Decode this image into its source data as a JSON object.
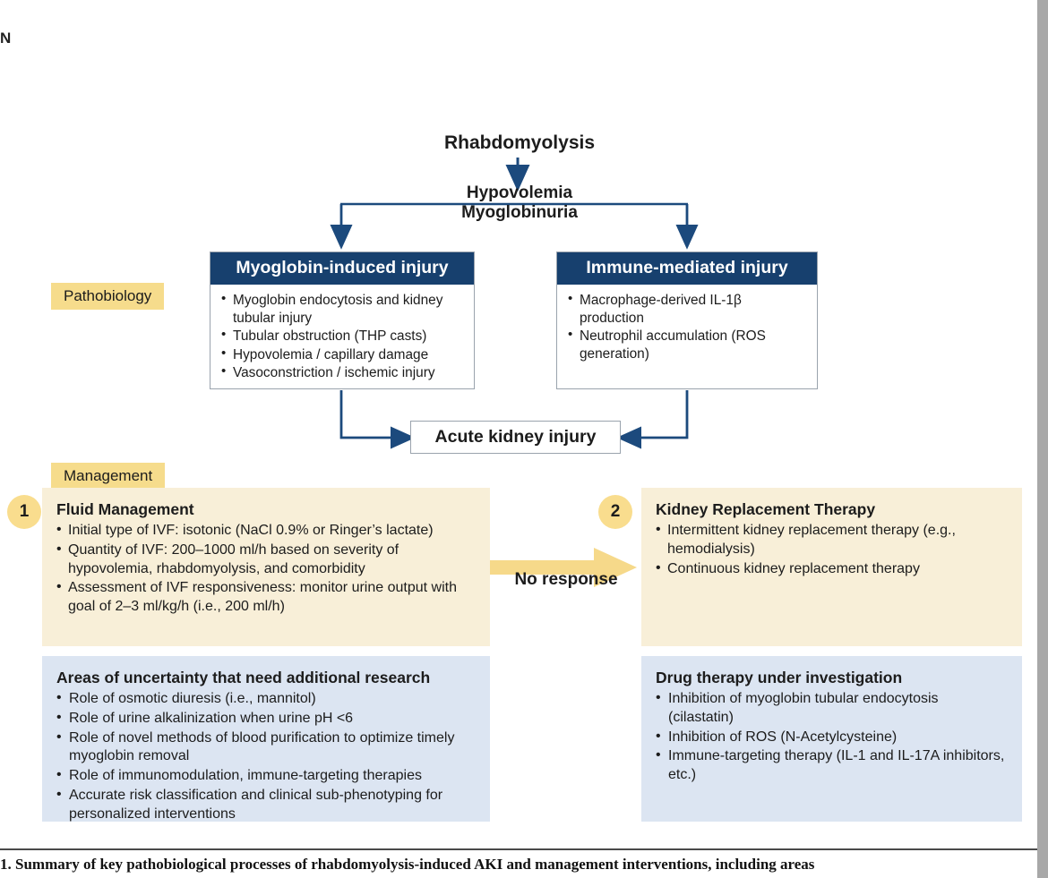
{
  "page": {
    "corner_mark": "N",
    "caption": "1. Summary of key pathobiological processes of rhabdomyolysis-induced AKI and management interventions, including areas"
  },
  "colors": {
    "header_blue": "#17406e",
    "arrow_blue": "#1c4a7d",
    "tag_yellow": "#f6dc8c",
    "cream": "#f8efd8",
    "light_blue": "#dce5f2",
    "circle_yellow": "#f9dd8e"
  },
  "flow": {
    "root": "Rhabdomyolysis",
    "intermediate_line1": "Hypovolemia",
    "intermediate_line2": "Myoglobinuria",
    "outcome": "Acute kidney injury",
    "branches": [
      {
        "title": "Myoglobin-induced injury",
        "items": [
          "Myoglobin endocytosis and kidney tubular injury",
          "Tubular obstruction (THP casts)",
          "Hypovolemia / capillary damage",
          "Vasoconstriction / ischemic injury"
        ]
      },
      {
        "title": "Immune-mediated injury",
        "items": [
          "Macrophage-derived IL-1β production",
          "Neutrophil accumulation (ROS generation)"
        ]
      }
    ]
  },
  "tags": {
    "pathobiology": "Pathobiology",
    "management": "Management"
  },
  "management": {
    "transition_label": "No response",
    "steps": [
      {
        "number": "1",
        "title": "Fluid Management",
        "items": [
          "Initial type of IVF: isotonic (NaCl 0.9% or Ringer’s lactate)",
          "Quantity of IVF: 200–1000 ml/h based on severity of hypovolemia, rhabdomyolysis, and comorbidity",
          "Assessment of IVF responsiveness: monitor urine output with goal of 2–3 ml/kg/h (i.e., 200 ml/h)"
        ]
      },
      {
        "number": "2",
        "title": "Kidney Replacement Therapy",
        "items": [
          "Intermittent kidney replacement therapy (e.g., hemodialysis)",
          "Continuous kidney replacement therapy"
        ]
      }
    ],
    "research": {
      "title": "Areas of uncertainty that need additional research",
      "items": [
        "Role of osmotic diuresis (i.e., mannitol)",
        "Role of urine alkalinization when urine pH <6",
        "Role of novel methods of blood purification to optimize timely myoglobin removal",
        "Role of immunomodulation, immune-targeting therapies",
        "Accurate risk classification and clinical sub-phenotyping for personalized interventions"
      ]
    },
    "drugs": {
      "title": "Drug therapy under investigation",
      "items": [
        "Inhibition of myoglobin tubular endocytosis (cilastatin)",
        "Inhibition of ROS (N-Acetylcysteine)",
        "Immune-targeting therapy (IL-1 and IL-17A inhibitors, etc.)"
      ]
    }
  }
}
